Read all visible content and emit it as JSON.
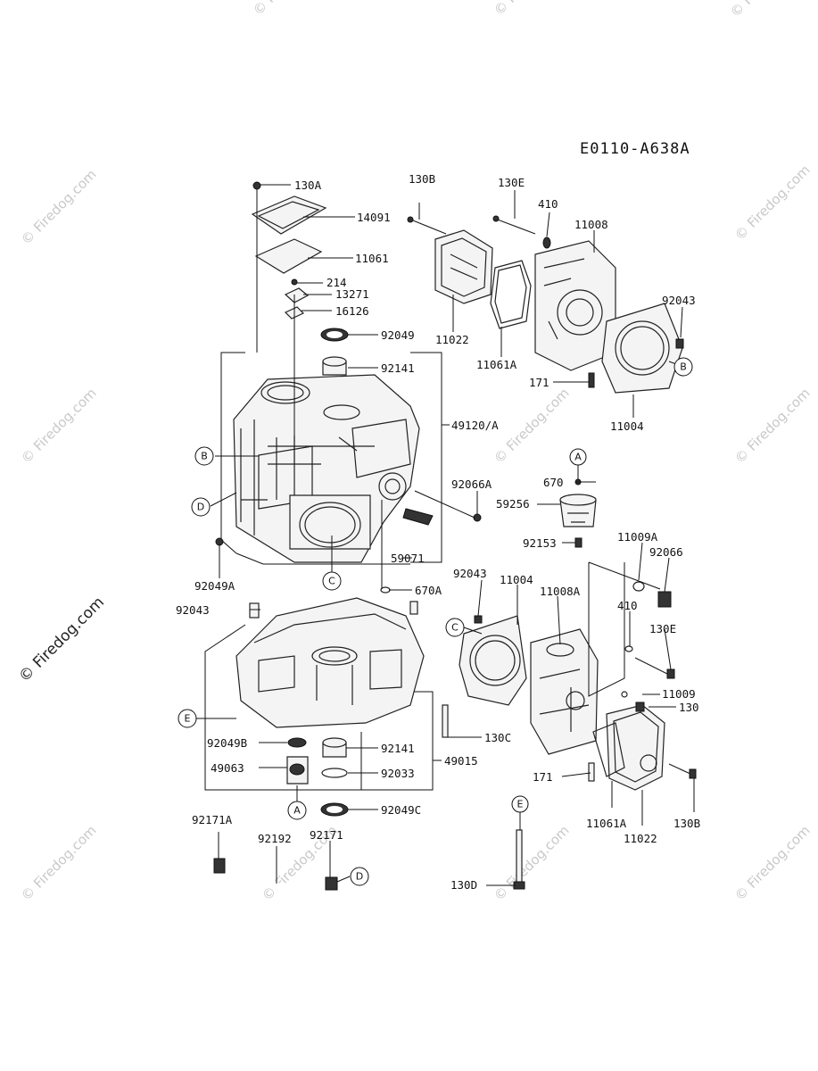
{
  "diagram_code": "E0110-A638A",
  "watermark": "© Firedog.com",
  "callouts": [
    "A",
    "B",
    "C",
    "D",
    "E"
  ],
  "part_labels": {
    "p130A": "130A",
    "p14091": "14091",
    "p11061": "11061",
    "p214": "214",
    "p13271": "13271",
    "p16126": "16126",
    "p92049": "92049",
    "p92141": "92141",
    "p49120A": "49120/A",
    "p92066A": "92066A",
    "p59071": "59071",
    "p92049A": "92049A",
    "p670A": "670A",
    "p130B": "130B",
    "p11022": "11022",
    "p11061A": "11061A",
    "p130E": "130E",
    "p410": "410",
    "p11008": "11008",
    "p92043": "92043",
    "p171": "171",
    "p11004": "11004",
    "p670": "670",
    "p59256": "59256",
    "p92153": "92153",
    "p11009A": "11009A",
    "p92066": "92066",
    "p92043b": "92043",
    "p11004b": "11004",
    "p11008A": "11008A",
    "p410b": "410",
    "p130Eb": "130E",
    "p11009": "11009",
    "p130": "130",
    "p92043c": "92043",
    "p130C": "130C",
    "p92049B": "92049B",
    "p92141b": "92141",
    "p49063": "49063",
    "p92033": "92033",
    "p49015": "49015",
    "p92049C": "92049C",
    "p171b": "171",
    "p11061Ab": "11061A",
    "p11022b": "11022",
    "p130Bb": "130B",
    "p92171A": "92171A",
    "p92192": "92192",
    "p92171": "92171",
    "p130D": "130D"
  }
}
